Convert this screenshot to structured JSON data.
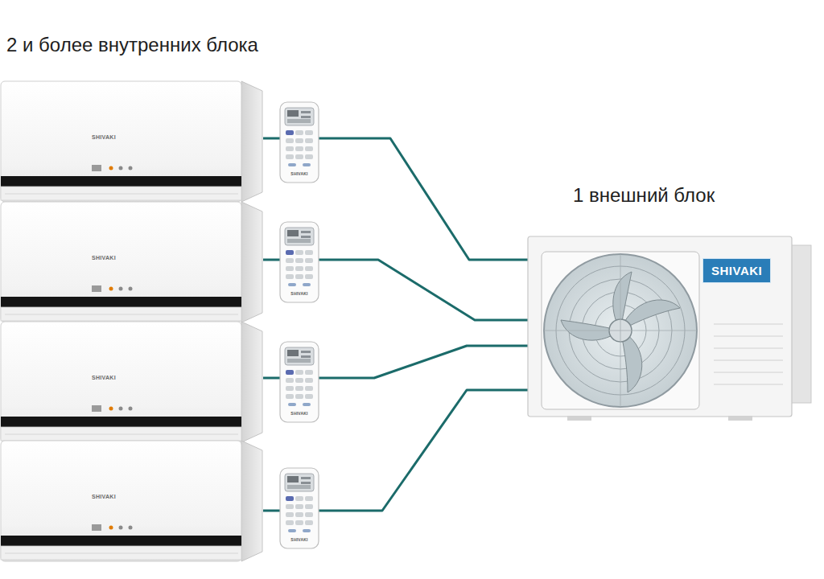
{
  "diagram": {
    "title": "2 и более внутренних блока",
    "nodes": [
      {
        "text": [
          "SHIVAKI"
        ]
      },
      {
        "text": [
          "SHIVAKI"
        ]
      },
      {
        "text": [
          "SHIVAKI"
        ]
      },
      {
        "text": [
          "SHIVAKI"
        ]
      },
      {
        "text": [
          "SHIVAKI"
        ]
      }
    ],
    "edges": [
      {
        "from": 0,
        "to": 4,
        "arrow": "none"
      },
      {
        "from": 1,
        "to": 4,
        "arrow": "none"
      },
      {
        "from": 2,
        "to": 4,
        "arrow": "none"
      },
      {
        "from": 3,
        "to": 4,
        "arrow": "none"
      }
    ],
    "labels": [
      "1 внешний блок",
      "SHIVAKI",
      "SHIVAKI",
      "SHIVAKI",
      "SHIVAKI"
    ]
  }
}
